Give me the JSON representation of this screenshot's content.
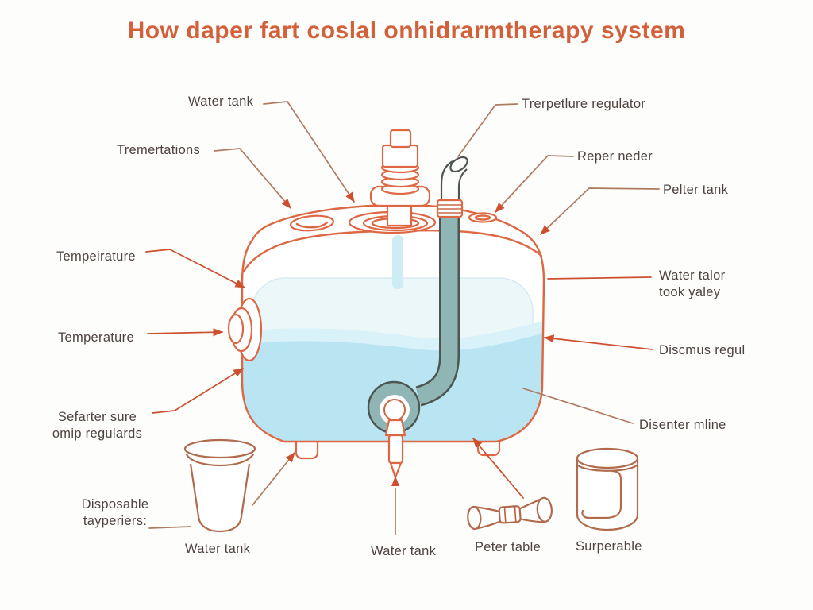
{
  "title": "How daper fart coslal onhidrarmtherapy system",
  "labels": {
    "water_tank_top": "Water tank",
    "tremertations": "Tremertations",
    "trerpetlure_regulator": "Trerpetlure regulator",
    "reper_neder": "Reper neder",
    "pelter_tank": "Pelter tank",
    "tempeirature": "Tempeirature",
    "temperature": "Temperature",
    "sefarter": "Sefarter sure\nomip regulards",
    "water_talor": "Water talor\ntook yaley",
    "discmus": "Discmus regul",
    "disenter": "Disenter mline",
    "disposable": "Disposable\ntayperiers:",
    "water_tank_bottom_left": "Water tank",
    "water_tank_bottom_center": "Water tank",
    "peter_table": "Peter table",
    "surperable": "Surperable"
  },
  "colors": {
    "background": "#fdfdfb",
    "title": "#d2603a",
    "label": "#4e4340",
    "outline": "#dd6742",
    "outline-brown": "#b06a4c",
    "leader": "#b07a5e",
    "arrow": "#cd4f2e",
    "water": "#b9e5f2",
    "water-surface": "#d9f1f9",
    "water-faint": "#ecf7fa",
    "pipe": "#8fb5b5",
    "pipe-outline": "#4d5650",
    "stream": "#cdecf4"
  }
}
